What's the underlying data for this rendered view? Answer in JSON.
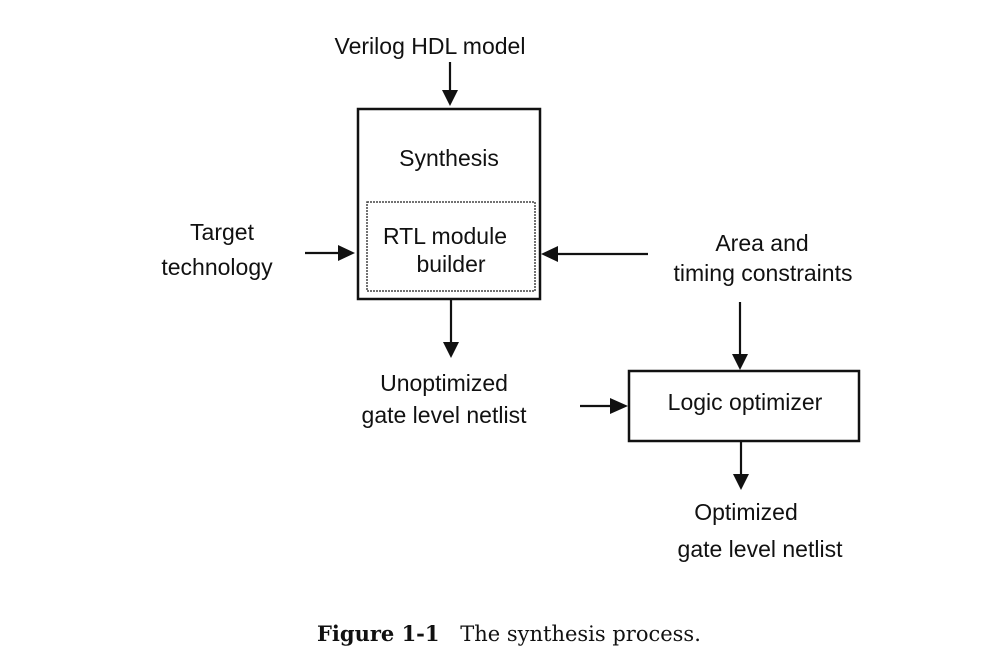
{
  "diagram": {
    "inputs": {
      "verilog": "Verilog HDL model",
      "target_line1": "Target",
      "target_line2": "technology",
      "constraints_line1": "Area and",
      "constraints_line2": "timing constraints"
    },
    "blocks": {
      "synthesis": "Synthesis",
      "rtl_line1": "RTL module",
      "rtl_line2": "builder",
      "optimizer": "Logic optimizer"
    },
    "outputs": {
      "unopt_line1": "Unoptimized",
      "unopt_line2": "gate level netlist",
      "opt_line1": "Optimized",
      "opt_line2": "gate level netlist"
    }
  },
  "caption": {
    "label": "Figure 1-1",
    "text": "The synthesis process."
  }
}
